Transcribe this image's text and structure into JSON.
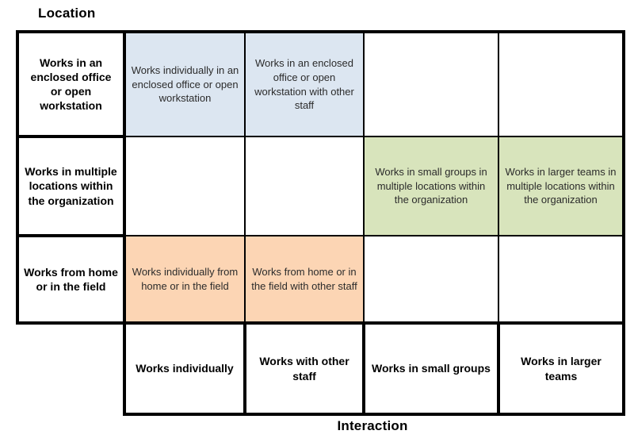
{
  "titles": {
    "y_axis": "Location",
    "x_axis": "Interaction"
  },
  "colors": {
    "blue": "#dce6f1",
    "green": "#d8e4bc",
    "orange": "#fcd5b4",
    "none": "#ffffff",
    "border": "#000000"
  },
  "grid": {
    "rows": [
      {
        "header": "Works in an enclosed office or open workstation",
        "cells": [
          {
            "text": "Works individually in an enclosed office or open workstation",
            "fill": "blue"
          },
          {
            "text": "Works in an enclosed office or open workstation with other staff",
            "fill": "blue"
          },
          {
            "text": "",
            "fill": "none"
          },
          {
            "text": "",
            "fill": "none"
          }
        ]
      },
      {
        "header": "Works in multiple locations within the organization",
        "cells": [
          {
            "text": "",
            "fill": "none"
          },
          {
            "text": "",
            "fill": "none"
          },
          {
            "text": "Works in small groups in multiple locations within the organization",
            "fill": "green"
          },
          {
            "text": "Works in larger teams in multiple locations within the organization",
            "fill": "green"
          }
        ]
      },
      {
        "header": "Works from home or in the field",
        "cells": [
          {
            "text": "Works individually from home or in the field",
            "fill": "orange"
          },
          {
            "text": "Works from home or in the field with other staff",
            "fill": "orange"
          },
          {
            "text": "",
            "fill": "none"
          },
          {
            "text": "",
            "fill": "none"
          }
        ]
      }
    ],
    "col_footers": [
      "Works individually",
      "Works with other staff",
      "Works in small groups",
      "Works in larger teams"
    ]
  }
}
